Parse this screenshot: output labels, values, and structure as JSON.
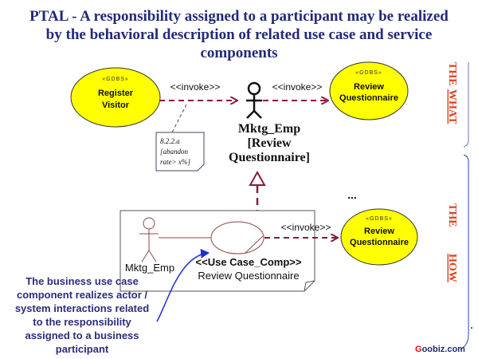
{
  "title": {
    "lines": [
      "PTAL - A responsibility assigned to a participant may be realized",
      "by the behavioral description of related use case and service",
      "components"
    ]
  },
  "colors": {
    "use_case_fill": "#ffff00",
    "arrow": "#8b1a3a",
    "title": "#232a78",
    "side_label": "#e0401a",
    "callout": "#2b2d7c"
  },
  "use_cases": [
    {
      "stereotype": "«GDBS»",
      "line1": "Register",
      "line2": "Visitor"
    },
    {
      "stereotype": "«GDBS»",
      "line1": "Review",
      "line2": "Questionnaire"
    },
    {
      "stereotype": "«GDBS»",
      "line1": "Review",
      "line2": "Questionnaire"
    }
  ],
  "invoke_labels": [
    "<<invoke>>",
    "<<invoke>>",
    "<<invoke>>"
  ],
  "actor": {
    "line1": "Mktg_Emp",
    "line2": "[Review",
    "line3": "Questionnaire]"
  },
  "note": {
    "line1": "8.2.2.a",
    "line2": "[abandon",
    "line3": "rate> x%]"
  },
  "ellipsis": "...",
  "component": {
    "actor": "Mktg_Emp",
    "stereotype": "<<Use Case_Comp>>",
    "name": "Review Questionnaire"
  },
  "side_labels": {
    "what_1": "THE",
    "what_2": "WHAT",
    "how_1": "THE",
    "how_2": "HOW"
  },
  "callout": {
    "lines": [
      "The business use case",
      "component realizes actor /",
      "system interactions related",
      "to the responsibility",
      "assigned to a business",
      "participant"
    ]
  },
  "logo": {
    "first": "G",
    "rest": "oobiz.com"
  }
}
